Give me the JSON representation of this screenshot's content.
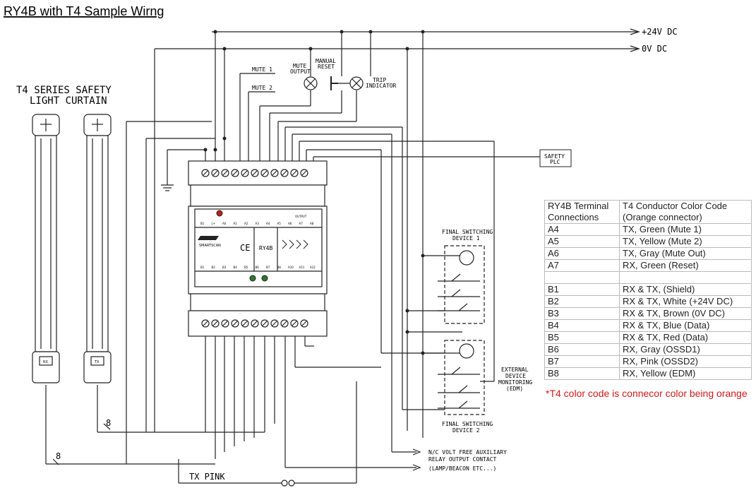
{
  "title": "RY4B with T4 Sample Wirng",
  "rails": {
    "plus24": "+24V DC",
    "zero": "0V DC"
  },
  "curtain": {
    "line1": "T4 SERIES SAFETY",
    "line2": "LIGHT CURTAIN",
    "rx_label": "RX",
    "tx_label": "TX"
  },
  "labels": {
    "mute1": "MUTE 1",
    "mute2": "MUTE 2",
    "mute_output_1": "MUTE",
    "mute_output_2": "OUTPUT",
    "manual_reset_1": "MANUAL",
    "manual_reset_2": "RESET",
    "trip_1": "TRIP",
    "trip_2": "INDICATOR",
    "safety_plc_1": "SAFETY",
    "safety_plc_2": "PLC",
    "fsd1_1": "FINAL SWITCHING",
    "fsd1_2": "DEVICE 1",
    "fsd2_1": "FINAL SWITCHING",
    "fsd2_2": "DEVICE 2",
    "edm_1": "EXTERNAL",
    "edm_2": "DEVICE",
    "edm_3": "MONITORING",
    "edm_4": "(EDM)",
    "aux_1": "N/C VOLT FREE AUXILIARY",
    "aux_2": "RELAY OUTPUT CONTACT",
    "aux_3": "(LAMP/BEACON ETC...)",
    "tx_pink": "TX PINK",
    "count_a": "8",
    "count_b": "8"
  },
  "module": {
    "brand": "SMARTSCAN",
    "ce": "CE",
    "model": "RY4B",
    "top_terms": [
      "B1",
      "L+",
      "A0",
      "A1",
      "A2",
      "A3",
      "A4",
      "A5",
      "A6",
      "A7",
      "A8"
    ],
    "bottom_terms": [
      "B1",
      "B2",
      "B3",
      "B4",
      "B5",
      "B6",
      "B7",
      "B8",
      "A10",
      "A11",
      "A12"
    ],
    "output_label": "OUTPUT"
  },
  "table": {
    "header": [
      "RY4B Terminal Connections",
      "T4 Conductor Color Code (Orange connector)"
    ],
    "rows": [
      [
        "A4",
        "TX, Green (Mute 1)"
      ],
      [
        "A5",
        "TX, Yellow (Mute 2)"
      ],
      [
        "A6",
        "TX, Gray (Mute Out)"
      ],
      [
        "A7",
        "RX, Green (Reset)"
      ],
      [
        "",
        ""
      ],
      [
        "B1",
        "RX & TX, (Shield)"
      ],
      [
        "B2",
        "RX & TX, White (+24V DC)"
      ],
      [
        "B3",
        "RX & TX, Brown (0V DC)"
      ],
      [
        "B4",
        "RX & TX, Blue (Data)"
      ],
      [
        "B5",
        "RX & TX, Red (Data)"
      ],
      [
        "B6",
        "RX, Gray (OSSD1)"
      ],
      [
        "B7",
        "RX, Pink (OSSD2)"
      ],
      [
        "B8",
        "RX, Yellow (EDM)"
      ]
    ],
    "footnote": "*T4 color code is connecor color being orange"
  }
}
